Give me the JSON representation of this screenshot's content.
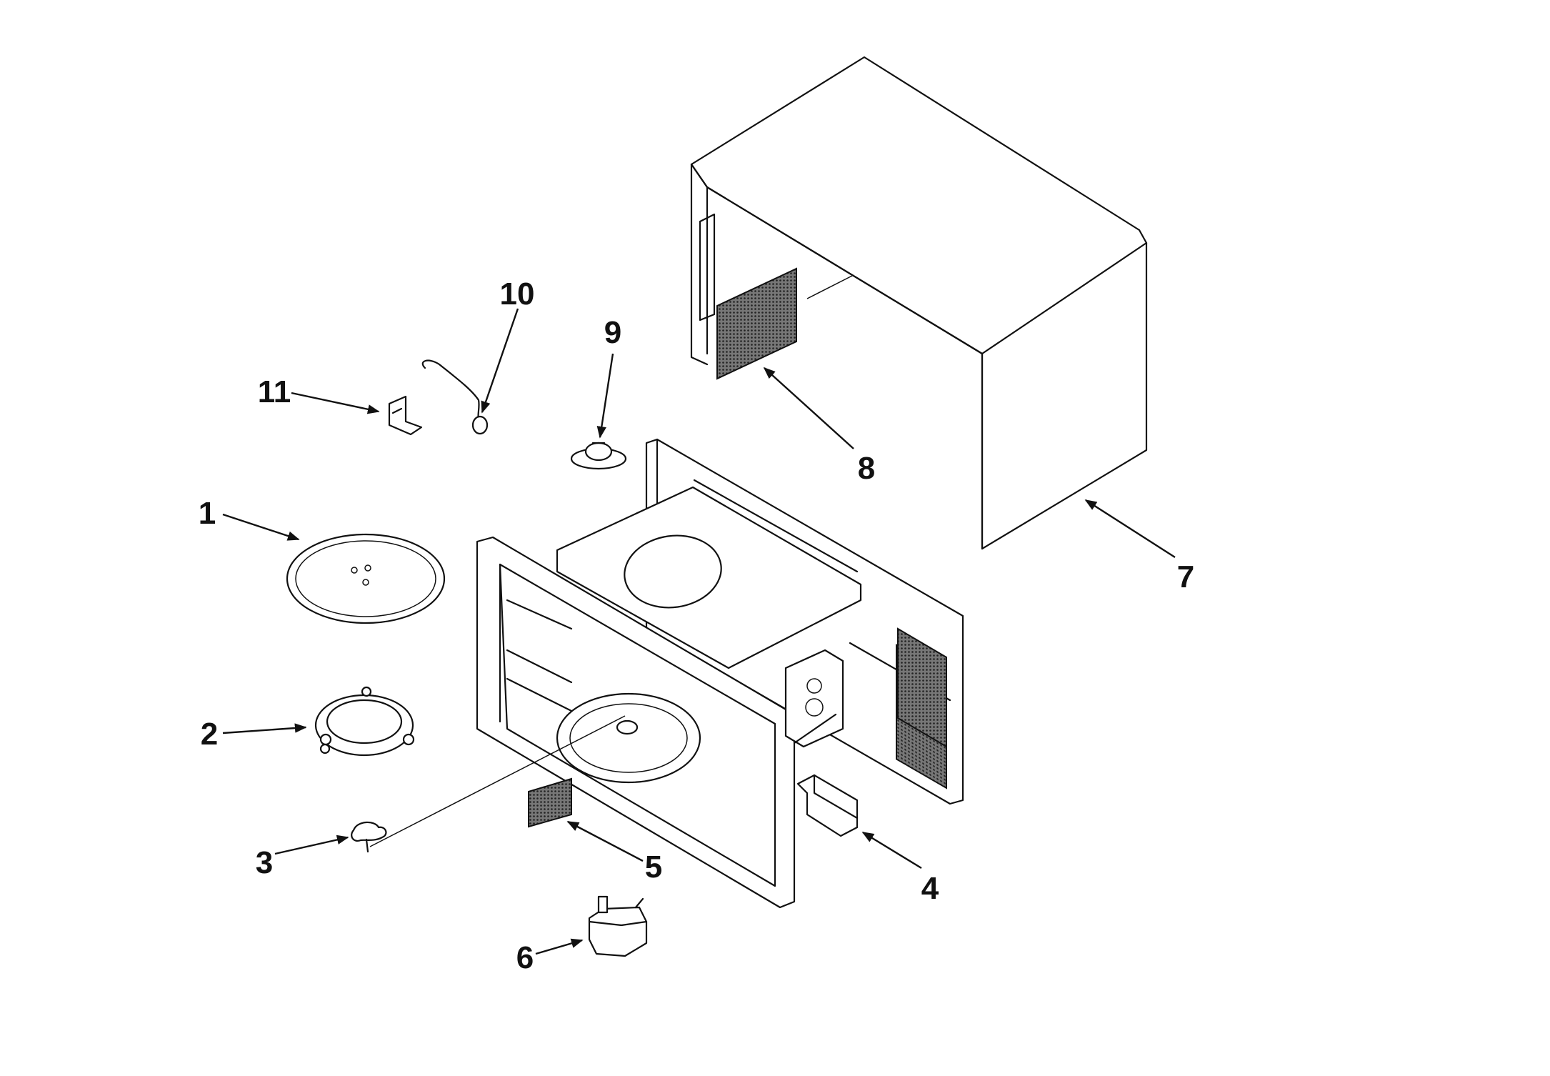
{
  "callouts": [
    {
      "id": "1",
      "label": "1"
    },
    {
      "id": "2",
      "label": "2"
    },
    {
      "id": "3",
      "label": "3"
    },
    {
      "id": "4",
      "label": "4"
    },
    {
      "id": "5",
      "label": "5"
    },
    {
      "id": "6",
      "label": "6"
    },
    {
      "id": "7",
      "label": "7"
    },
    {
      "id": "8",
      "label": "8"
    },
    {
      "id": "9",
      "label": "9"
    },
    {
      "id": "10",
      "label": "10"
    },
    {
      "id": "11",
      "label": "11"
    }
  ],
  "colors": {
    "line": "#111111",
    "background": "#ffffff",
    "mesh": "#555555"
  }
}
